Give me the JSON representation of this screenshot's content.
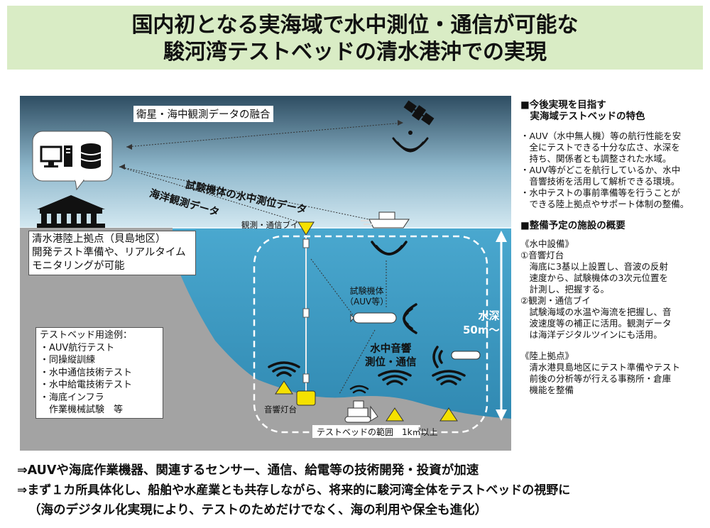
{
  "title": {
    "line1": "国内初となる実海域で水中測位・通信が可能な",
    "line2": "駿河湾テストベッドの清水港沖での実現"
  },
  "diagram": {
    "fusion_label": "衛星・海中観測データの融合",
    "position_data_label": "試験機体の水中測位データ",
    "ocean_data_label": "海洋観測データ",
    "buoy_label": "観測・通信ブイ",
    "base_box": {
      "lines": [
        "清水港陸上拠点（貝島地区）",
        "開発テスト準備や、リアルタイム",
        "モニタリングが可能"
      ]
    },
    "usecase_box": {
      "heading": "テストベッド用途例：",
      "items": [
        "・AUV航行テスト",
        "・同操縦訓練",
        "・水中通信技術テスト",
        "・水中給電技術テスト",
        "・海底インフラ",
        "　作業機械試験　等"
      ]
    },
    "auv_label_1": "試験機体",
    "auv_label_2": "（AUV等）",
    "acoustic_label_1": "水中音響",
    "acoustic_label_2": "測位・通信",
    "depth_label_1": "水深",
    "depth_label_2": "50m～",
    "beacon_label": "音響灯台",
    "range_label": "テストベッドの範囲　1k㎡以上",
    "colors": {
      "sky_top": "#2e4d62",
      "sky_bottom": "#c9e3ef",
      "sea": "#3a94bb",
      "land": "#a3a3a3",
      "buoy": "#f5e100"
    },
    "icons": [
      "computer-icon",
      "database-icon",
      "building-icon",
      "satellite-icon",
      "ship-icon",
      "wifi-icon",
      "bulldozer-icon",
      "beacon-icon"
    ]
  },
  "right": {
    "section1": {
      "heading": "■今後実現を目指す",
      "heading2": "　実海域テストベッドの特色",
      "bullets": [
        [
          "・AUV（水中無人機）等の航行性能を安",
          "　全にテストできる十分な広さ、水深を",
          "　持ち、関係者とも調整された水域。"
        ],
        [
          "・AUV等がどこを航行しているか、水中",
          "　音響技術を活用して解析できる環境。"
        ],
        [
          "・水中テストの事前準備等を行うことが",
          "　できる陸上拠点やサポート体制の整備。"
        ]
      ]
    },
    "section2": {
      "heading": "■整備予定の施設の概要",
      "water_heading": "《水中設備》",
      "item1_title": "①音響灯台",
      "item1_lines": [
        "　海底に3基以上設置し、音波の反射",
        "　速度から、試験機体の3次元位置を",
        "　計測し、把握する。"
      ],
      "item2_title": "②観測・通信ブイ",
      "item2_lines": [
        "　試験海域の水温や海流を把握し、音",
        "　波速度等の補正に活用。観測データ",
        "　は海洋デジタルツインにも活用。"
      ],
      "land_heading": "《陸上拠点》",
      "land_lines": [
        "　清水港貝島地区にテスト準備やテスト",
        "　前後の分析等が行える事務所・倉庫",
        "　機能を整備"
      ]
    }
  },
  "bottom": {
    "line1": "⇒AUVや海底作業機器、関連するセンサー、通信、給電等の技術開発・投資が加速",
    "line2": "⇒まず１カ所具体化し、船舶や水産業とも共存しながら、将来的に駿河湾全体をテストベッドの視野に",
    "line3": "（海のデジタル化実現により、テストのためだけでなく、海の利用や保全も進化）"
  }
}
